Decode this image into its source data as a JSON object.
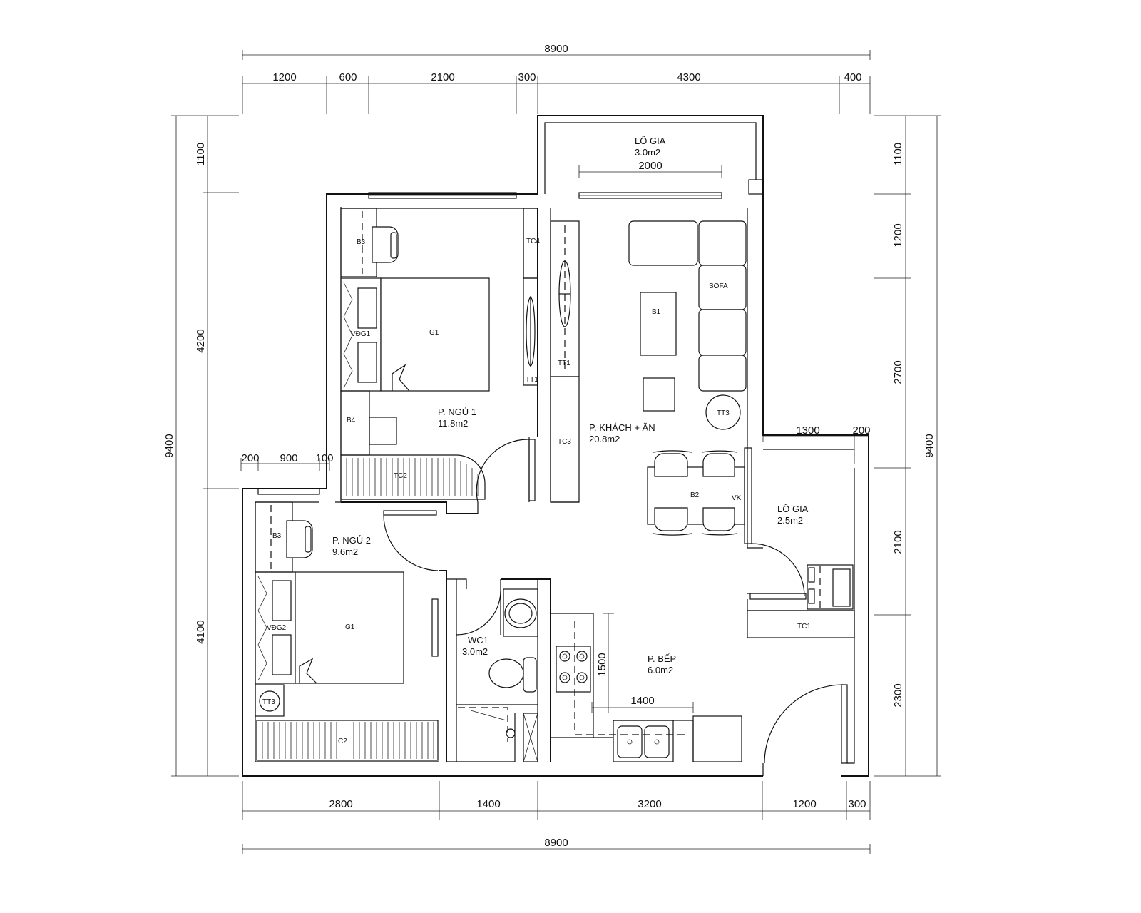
{
  "plan": {
    "dims_top": {
      "total": "8900",
      "segments": [
        "1200",
        "600",
        "2100",
        "300",
        "4300",
        "400"
      ]
    },
    "dims_bottom": {
      "total": "8900",
      "segments": [
        "2800",
        "1400",
        "3200",
        "1200",
        "300"
      ]
    },
    "dims_left": {
      "total": "9400",
      "segments": [
        "1100",
        "4200",
        "4100"
      ]
    },
    "dims_right": {
      "total": "9400",
      "segments": [
        "1100",
        "1200",
        "2700",
        "2100",
        "2300"
      ]
    },
    "dims_inner": {
      "balcony_window": "2000",
      "bed2_top_a": "200",
      "bed2_top_b": "900",
      "bed2_top_c": "100",
      "loggia2_a": "1300",
      "loggia2_b": "200",
      "kitchen_v": "1500",
      "kitchen_h": "1400"
    },
    "rooms": {
      "loggia1_name": "LÔ GIA",
      "loggia1_area": "3.0m2",
      "loggia2_name": "LÔ GIA",
      "loggia2_area": "2.5m2",
      "bed1_name": "P. NGỦ 1",
      "bed1_area": "11.8m2",
      "bed2_name": "P. NGỦ 2",
      "bed2_area": "9.6m2",
      "living_name": "P. KHÁCH + ĂN",
      "living_area": "20.8m2",
      "wc_name": "WC1",
      "wc_area": "3.0m2",
      "kitchen_name": "P. BẾP",
      "kitchen_area": "6.0m2"
    },
    "furniture": {
      "b3_a": "B3",
      "b3_b": "B3",
      "b4": "B4",
      "vdg1": "VĐG1",
      "vdg2": "VĐG2",
      "g1_a": "G1",
      "g1_b": "G1",
      "tc1": "TC1",
      "tc2": "TC2",
      "tc3": "TC3",
      "tc4": "TC4",
      "c2": "C2",
      "tt1_a": "TT1",
      "tt1_b": "TT1",
      "tt3_a": "TT3",
      "tt3_b": "TT3",
      "b1": "B1",
      "b2": "B2",
      "vk": "VK",
      "sofa": "SOFA"
    }
  }
}
